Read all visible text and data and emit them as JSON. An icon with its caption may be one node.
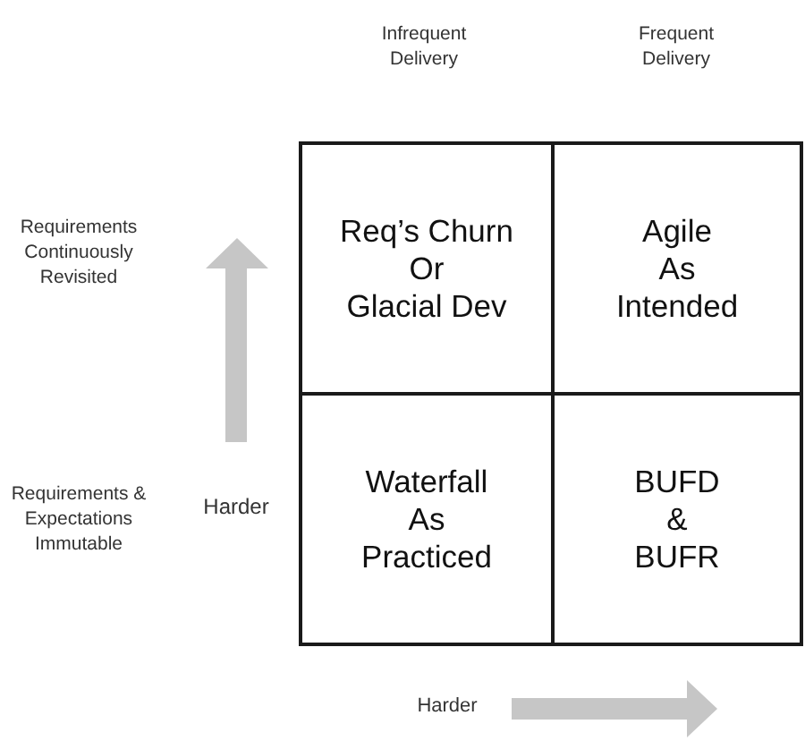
{
  "diagram": {
    "nodes": [
      {
        "text": [
          "Req’s Churn Or Glacial Dev"
        ]
      },
      {
        "text": [
          "Agile As Intended"
        ]
      },
      {
        "text": [
          "Waterfall As Practiced"
        ]
      },
      {
        "text": [
          "BUFD & BUFR"
        ]
      }
    ],
    "labels": [
      "Infrequent Delivery",
      "Frequent Delivery",
      "Requirements Continuously Revisited",
      "Requirements & Expectations Immutable",
      "Harder",
      "Harder"
    ]
  }
}
